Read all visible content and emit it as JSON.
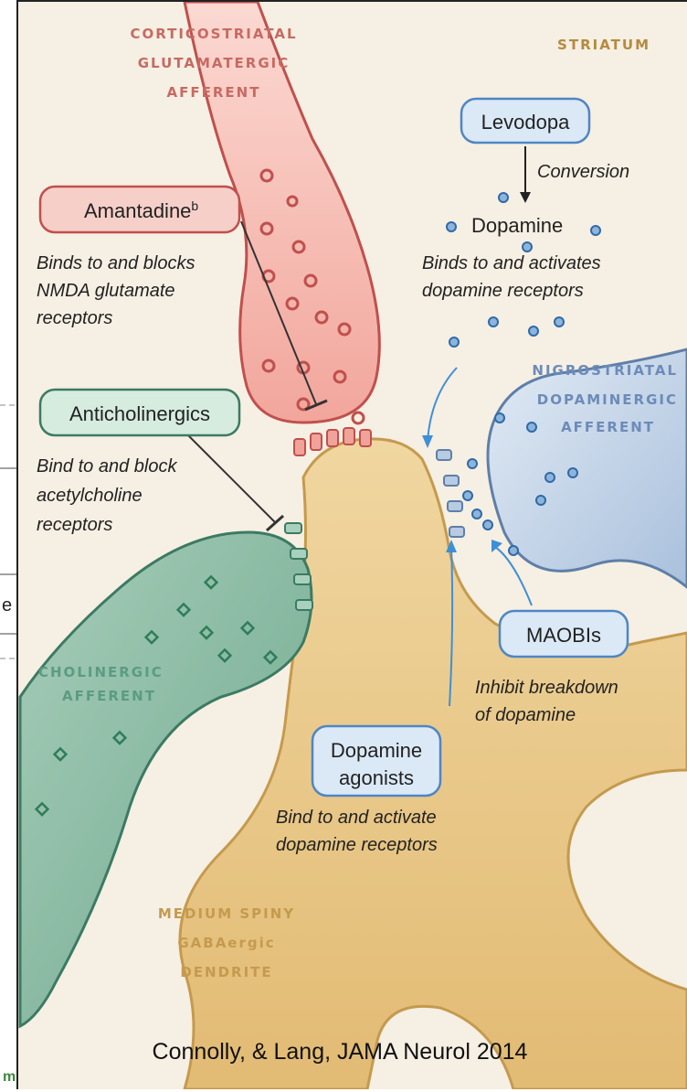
{
  "regions": {
    "cortico_line1": "CORTICOSTRIATAL",
    "cortico_line2": "GLUTAMATERGIC",
    "cortico_line3": "AFFERENT",
    "striatum": "STRIATUM",
    "nigro_line1": "NIGROSTRIATAL",
    "nigro_line2": "DOPAMINERGIC",
    "nigro_line3": "AFFERENT",
    "cholin_line1": "CHOLINERGIC",
    "cholin_line2": "AFFERENT",
    "msn_line1": "MEDIUM SPINY",
    "msn_line2": "GABAergic",
    "msn_line3": "DENDRITE"
  },
  "drugs": {
    "levodopa": {
      "name": "Levodopa",
      "arrow_label": "Conversion",
      "product": "Dopamine",
      "desc_line1": "Binds to and activates",
      "desc_line2": "dopamine receptors"
    },
    "amantadine": {
      "name": "Amantadine",
      "superscript": "b",
      "desc_line1": "Binds to and blocks",
      "desc_line2": "NMDA glutamate",
      "desc_line3": "receptors"
    },
    "anticholinergics": {
      "name": "Anticholinergics",
      "desc_line1": "Bind to and block",
      "desc_line2": "acetylcholine",
      "desc_line3": "receptors"
    },
    "maobis": {
      "name": "MAOBIs",
      "desc_line1": "Inhibit breakdown",
      "desc_line2": "of dopamine"
    },
    "dopamine_agonists": {
      "name_line1": "Dopamine",
      "name_line2": "agonists",
      "desc_line1": "Bind to and activate",
      "desc_line2": "dopamine receptors"
    }
  },
  "citation": "Connolly, & Lang, JAMA Neurol 2014",
  "left_edge_fragments": {
    "letter_e": "e",
    "letter_m": "m"
  },
  "colors": {
    "glutamate_fill": "#f4b9b1",
    "glutamate_stroke": "#c0504d",
    "dopamine_fill": "#c9d8ea",
    "dopamine_stroke": "#5e7fa8",
    "cholin_fill": "#8fbfa8",
    "cholin_stroke": "#3c7a63",
    "dendrite_fill": "#e9c889",
    "dendrite_stroke": "#c59a4e",
    "background": "#f6efe3"
  }
}
